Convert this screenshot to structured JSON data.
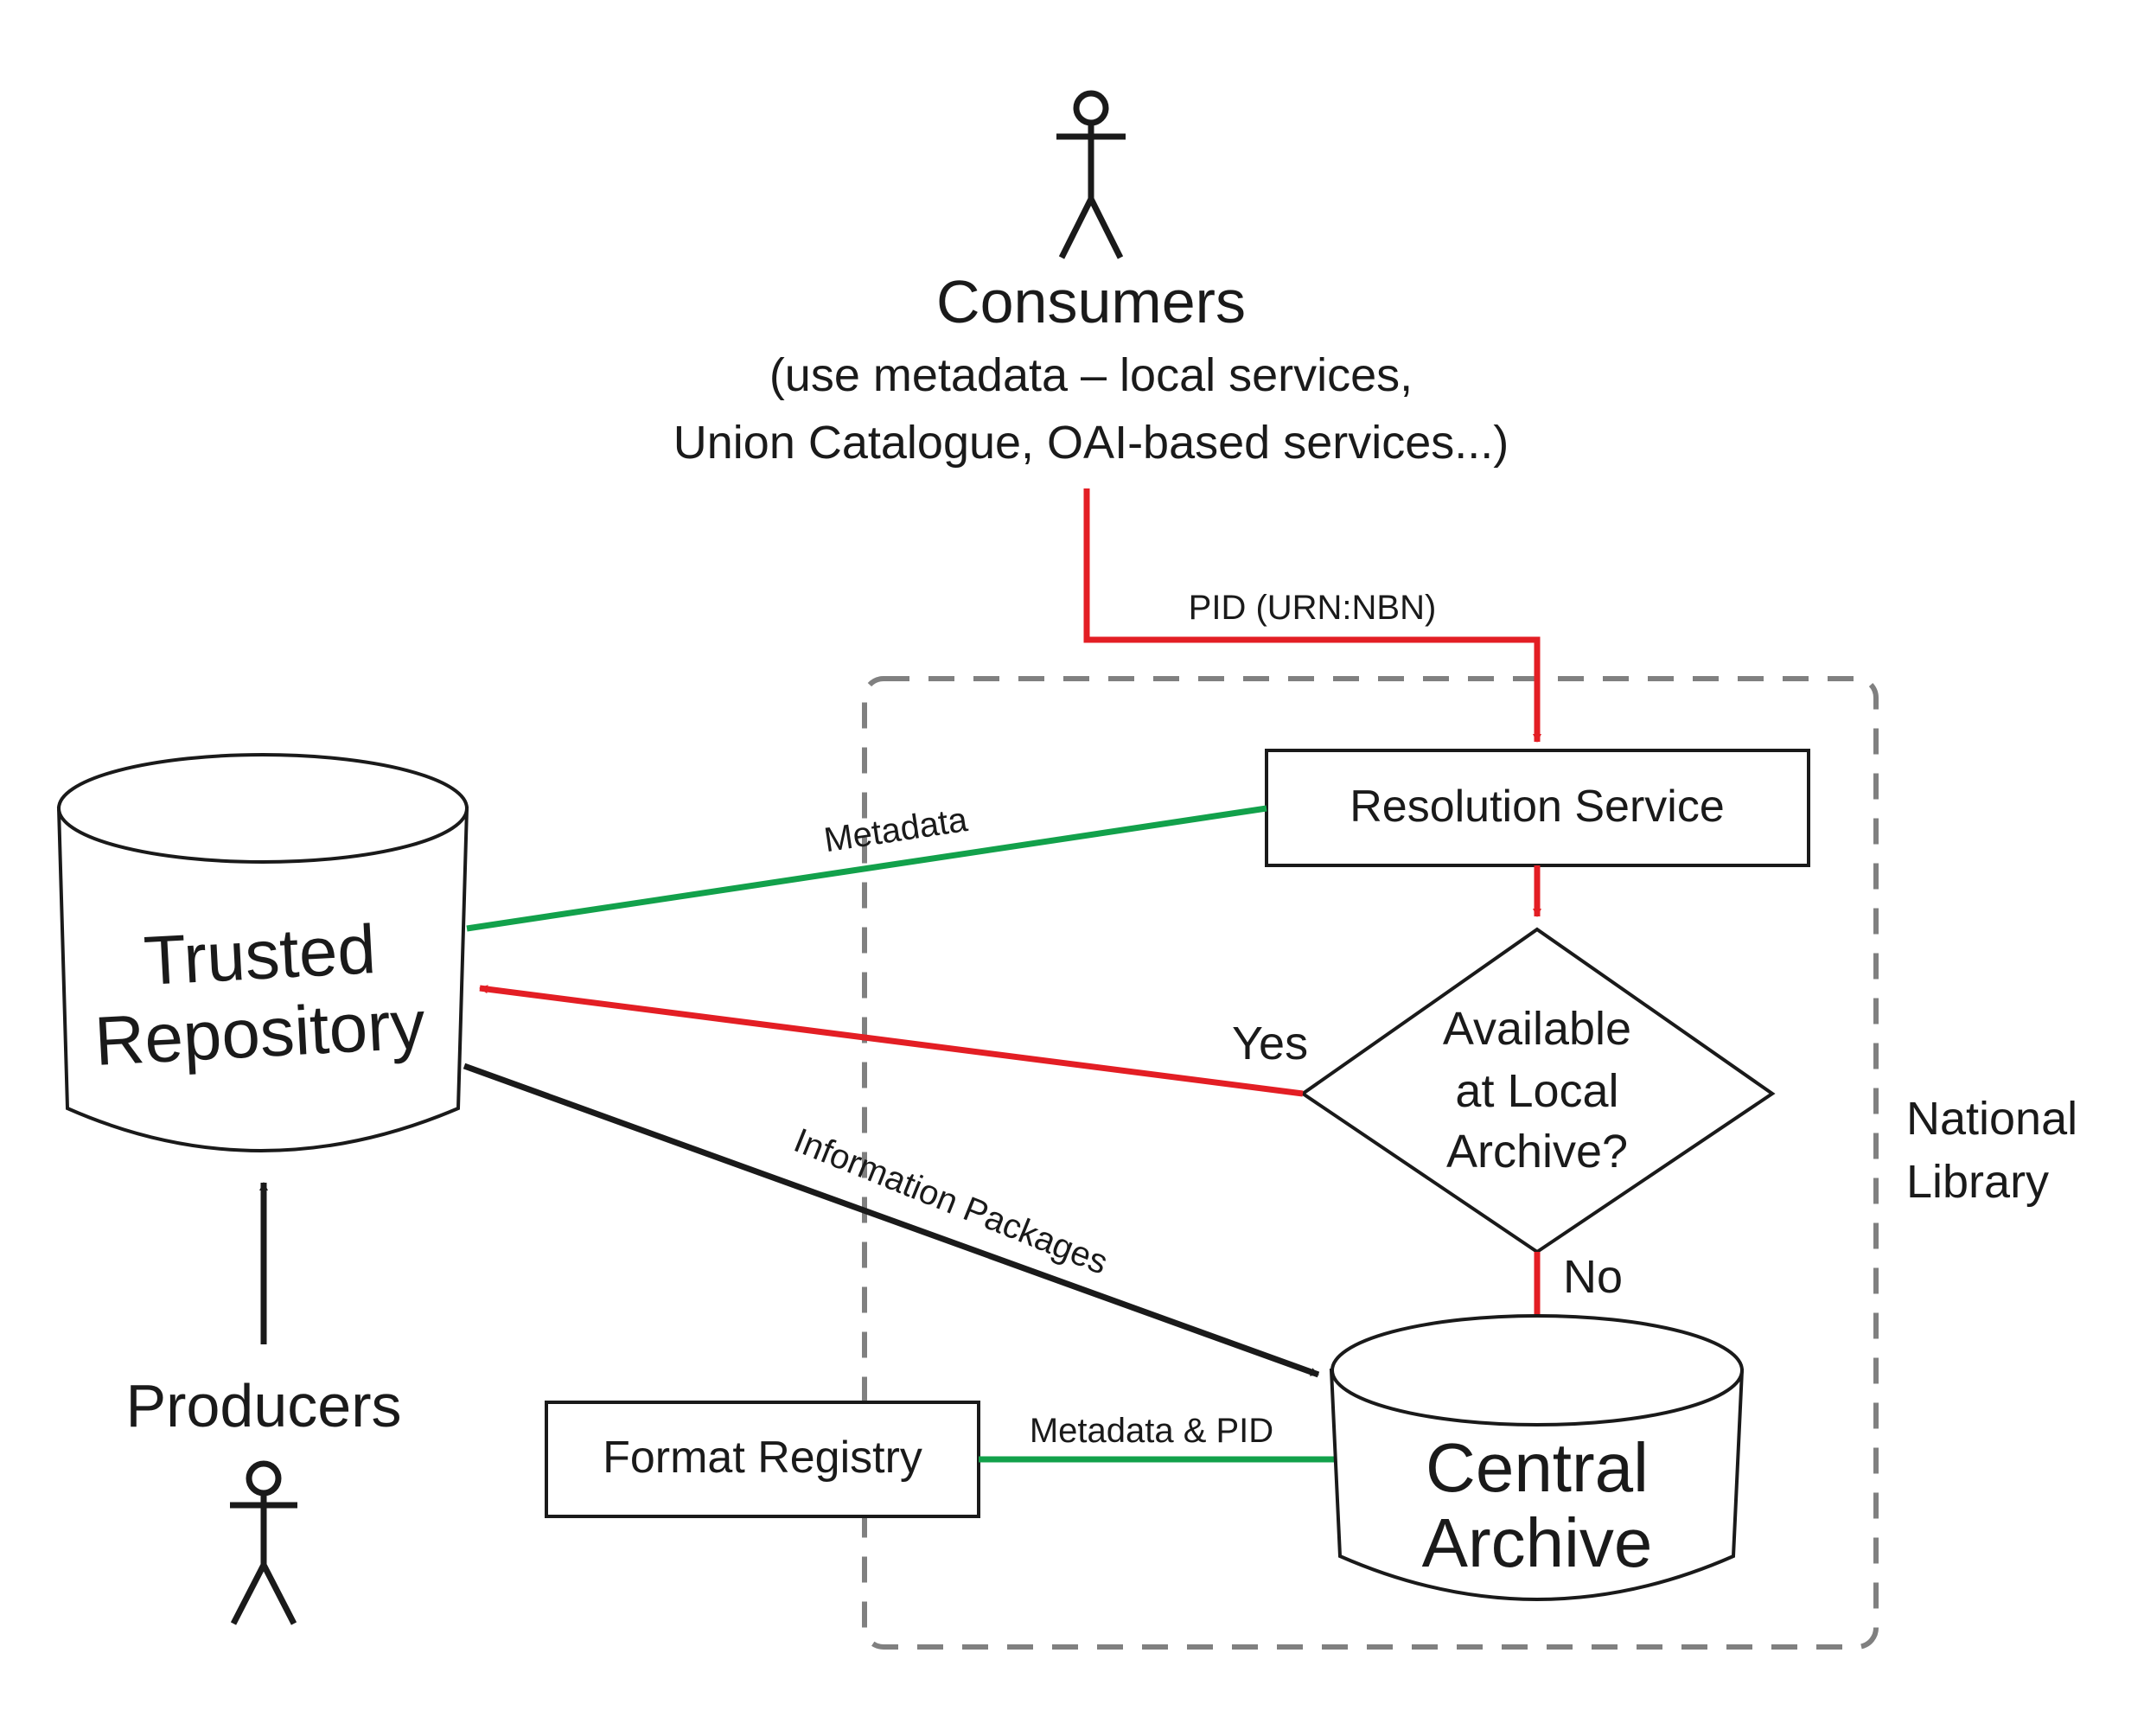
{
  "consumers": {
    "title": "Consumers",
    "line1": "(use metadata – local services,",
    "line2": "Union Catalogue, OAI-based services...)"
  },
  "producers": {
    "title": "Producers"
  },
  "trusted_repository": {
    "line1": "Trusted",
    "line2": "Repository"
  },
  "central_archive": {
    "line1": "Central",
    "line2": "Archive"
  },
  "resolution_service": {
    "label": "Resolution Service"
  },
  "format_registry": {
    "label": "Format Registry"
  },
  "decision": {
    "line1": "Available",
    "line2": "at Local",
    "line3": "Archive?"
  },
  "national_library": {
    "line1": "National",
    "line2": "Library"
  },
  "edges": {
    "pid": "PID (URN:NBN)",
    "metadata": "Metadata",
    "information_packages": "Information Packages",
    "metadata_pid": "Metadata & PID",
    "yes": "Yes",
    "no": "No"
  },
  "colors": {
    "red": "#e31e24",
    "green": "#12a14b",
    "black": "#1a1a1a",
    "dashed": "#808080"
  }
}
